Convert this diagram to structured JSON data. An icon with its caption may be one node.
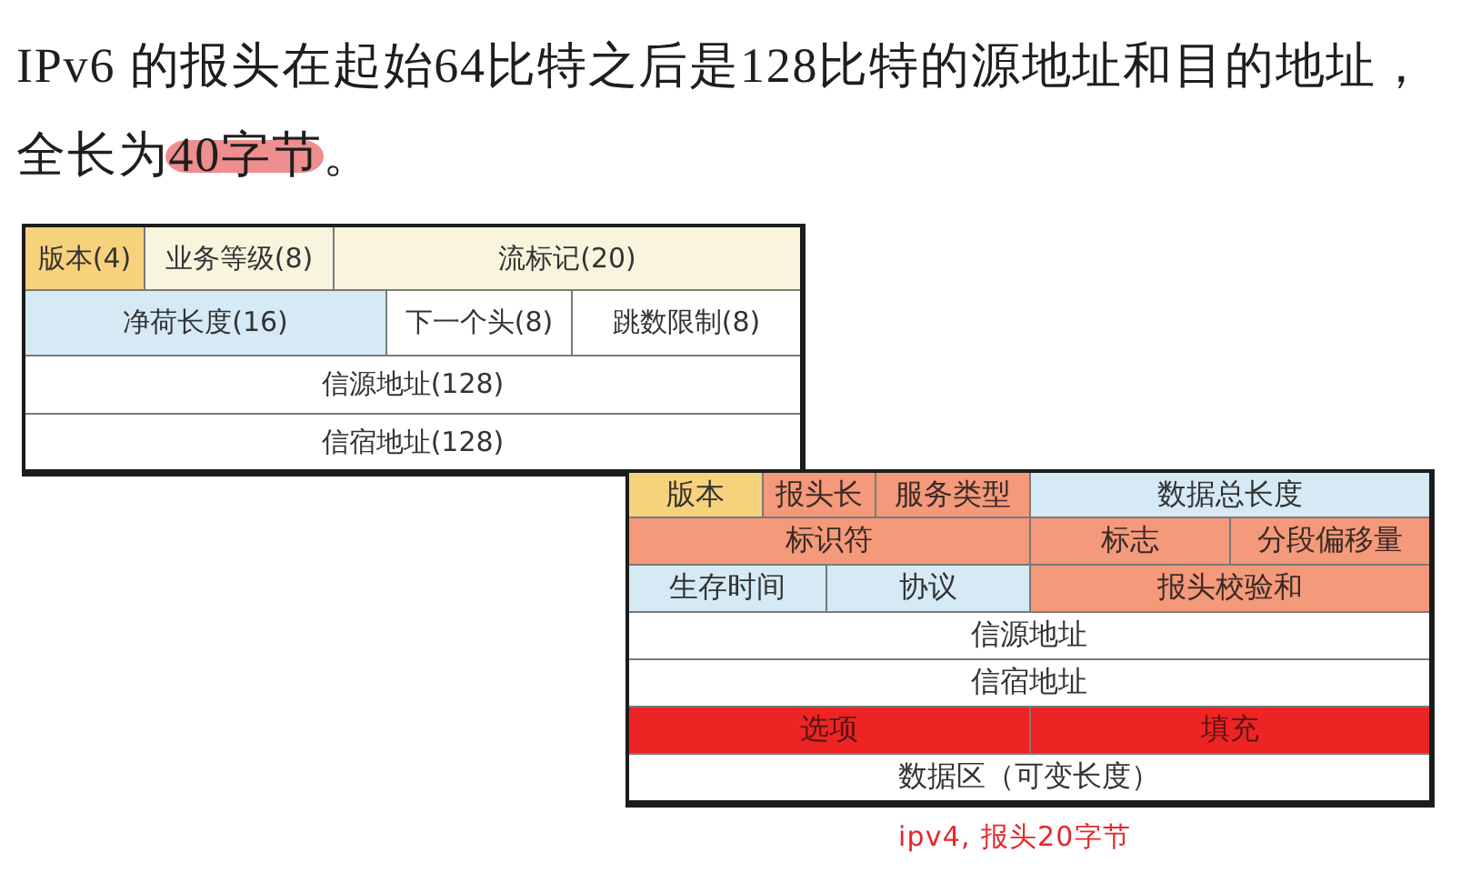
{
  "diagram": {
    "title": "IPv6 的报头在起始64比特之后是128比特的源地址和目的地址，全长为40字节。",
    "nodes": [
      {
        "text": [],
        "shape": "box"
      },
      {
        "text": [
          "版本(4)"
        ],
        "in": 0
      },
      {
        "text": [
          "业务等级(8)"
        ],
        "in": 0
      },
      {
        "text": [
          "流标记(20)"
        ],
        "in": 0
      },
      {
        "text": [
          "净荷长度(16)"
        ],
        "in": 0
      },
      {
        "text": [
          "下一个头(8)"
        ],
        "in": 0
      },
      {
        "text": [
          "跳数限制(8)"
        ],
        "in": 0
      },
      {
        "text": [
          "信源地址(128)"
        ],
        "in": 0
      },
      {
        "text": [
          "信宿地址(128)"
        ],
        "in": 0
      },
      {
        "text": [],
        "shape": "box",
        "beside": [
          "ipv4, 报头20字节"
        ]
      },
      {
        "text": [
          "版本"
        ],
        "in": 9
      },
      {
        "text": [
          "报头长"
        ],
        "in": 9
      },
      {
        "text": [
          "服务类型"
        ],
        "in": 9
      },
      {
        "text": [
          "数据总长度"
        ],
        "in": 9
      },
      {
        "text": [
          "标识符"
        ],
        "in": 9
      },
      {
        "text": [
          "标志"
        ],
        "in": 9
      },
      {
        "text": [
          "分段偏移量"
        ],
        "in": 9
      },
      {
        "text": [
          "生存时间"
        ],
        "in": 9
      },
      {
        "text": [
          "协议"
        ],
        "in": 9
      },
      {
        "text": [
          "报头校验和"
        ],
        "in": 9
      },
      {
        "text": [
          "信源地址"
        ],
        "in": 9
      },
      {
        "text": [
          "信宿地址"
        ],
        "in": 9
      },
      {
        "text": [
          "选项"
        ],
        "in": 9
      },
      {
        "text": [
          "填充"
        ],
        "in": 9
      },
      {
        "text": [
          "数据区（可变长度）"
        ],
        "in": 9
      }
    ]
  }
}
